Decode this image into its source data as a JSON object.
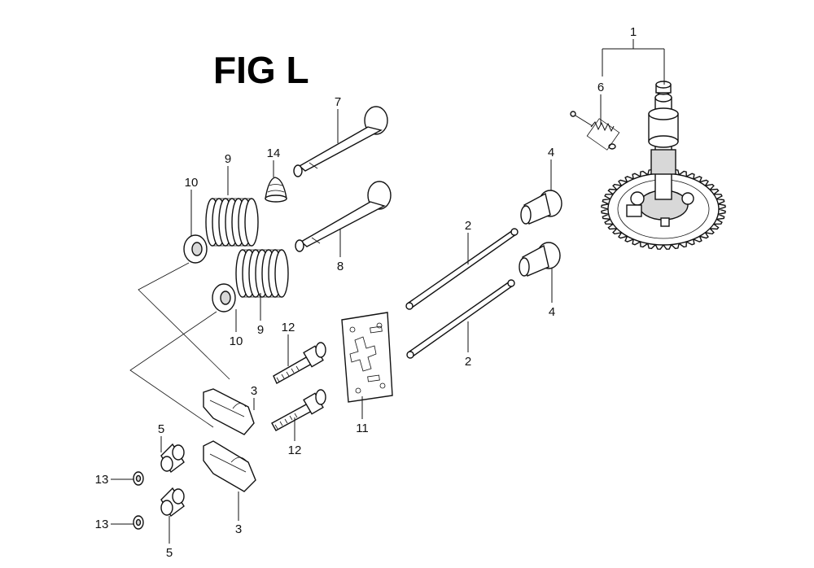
{
  "title": "FIG L",
  "callouts": [
    {
      "id": "c1",
      "text": "1"
    },
    {
      "id": "c6",
      "text": "6"
    },
    {
      "id": "c7",
      "text": "7"
    },
    {
      "id": "c14",
      "text": "14"
    },
    {
      "id": "c9a",
      "text": "9"
    },
    {
      "id": "c10a",
      "text": "10"
    },
    {
      "id": "c4a",
      "text": "4"
    },
    {
      "id": "c2a",
      "text": "2"
    },
    {
      "id": "c8",
      "text": "8"
    },
    {
      "id": "c9b",
      "text": "9"
    },
    {
      "id": "c10b",
      "text": "10"
    },
    {
      "id": "c4b",
      "text": "4"
    },
    {
      "id": "c12a",
      "text": "12"
    },
    {
      "id": "c2b",
      "text": "2"
    },
    {
      "id": "c3a",
      "text": "3"
    },
    {
      "id": "c11",
      "text": "11"
    },
    {
      "id": "c12b",
      "text": "12"
    },
    {
      "id": "c5a",
      "text": "5"
    },
    {
      "id": "c13a",
      "text": "13"
    },
    {
      "id": "c3b",
      "text": "3"
    },
    {
      "id": "c13b",
      "text": "13"
    },
    {
      "id": "c5b",
      "text": "5"
    }
  ]
}
